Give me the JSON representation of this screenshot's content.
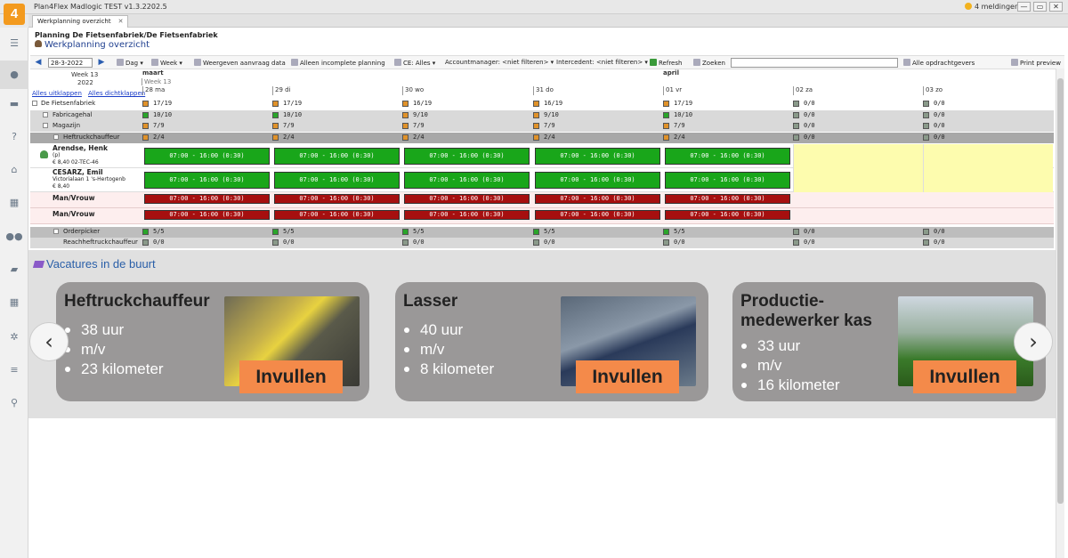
{
  "app": {
    "logo": "4",
    "title": "Plan4Flex Madlogic TEST v1.3.2202.5",
    "notifications": "4 meldingen",
    "window_buttons": [
      "—",
      "▭",
      "✕"
    ]
  },
  "tabs": [
    {
      "label": "Werkplanning overzicht",
      "close": "✕"
    }
  ],
  "sidebar": {
    "icons": [
      "menu-icon",
      "user-icon",
      "car-icon",
      "help-icon",
      "home-icon",
      "calendar-icon",
      "group-icon",
      "folder-icon",
      "calendar-check-icon",
      "gear-icon",
      "database-icon",
      "search-icon"
    ]
  },
  "page": {
    "title": "Planning De Fietsenfabriek/De Fietsenfabriek",
    "subtitle": "Werkplanning overzicht"
  },
  "toolbar": {
    "date": "28-3-2022",
    "dag": "Dag ▾",
    "week": "Week ▾",
    "weergeven": "Weergeven aanvraag data",
    "alleen": "Alleen incomplete planning",
    "ce": "CE: Alles ▾",
    "accountmanager": "Accountmanager: <niet filteren> ▾",
    "intercedent": "Intercedent: <niet filteren> ▾",
    "refresh": "Refresh",
    "zoeken": "Zoeken",
    "alle_opdrachtgevers": "Alle opdrachtgevers",
    "print": "Print preview"
  },
  "planner": {
    "week_label": "Week 13",
    "year": "2022",
    "month_left": "maart",
    "week_left": "Week 13",
    "month_right": "april",
    "expand": "Alles uitklappen",
    "collapse": "Alles dichtklappen",
    "days": [
      "28 ma",
      "29 di",
      "30 wo",
      "31 do",
      "01 vr",
      "02 za",
      "03 zo"
    ],
    "groups": [
      {
        "label": "De Fietsenfabriek",
        "values": [
          "17/19",
          "17/19",
          "16/19",
          "16/19",
          "17/19",
          "0/0",
          "0/0"
        ],
        "colors": [
          "#e0922a",
          "#e0922a",
          "#e0922a",
          "#e0922a",
          "#e0922a",
          "#8a9a8a",
          "#8a9a8a"
        ]
      },
      {
        "label": "Fabricagehal",
        "values": [
          "10/10",
          "10/10",
          "9/10",
          "9/10",
          "10/10",
          "0/0",
          "0/0"
        ],
        "colors": [
          "#2aa52a",
          "#2aa52a",
          "#e0922a",
          "#e0922a",
          "#2aa52a",
          "#8a9a8a",
          "#8a9a8a"
        ]
      },
      {
        "label": "Magazijn",
        "values": [
          "7/9",
          "7/9",
          "7/9",
          "7/9",
          "7/9",
          "0/0",
          "0/0"
        ],
        "colors": [
          "#e0922a",
          "#e0922a",
          "#e0922a",
          "#e0922a",
          "#e0922a",
          "#8a9a8a",
          "#8a9a8a"
        ]
      },
      {
        "label": "Heftruckchauffeur",
        "values": [
          "2/4",
          "2/4",
          "2/4",
          "2/4",
          "2/4",
          "0/0",
          "0/0"
        ],
        "colors": [
          "#e0922a",
          "#e0922a",
          "#e0922a",
          "#e0922a",
          "#e0922a",
          "#8a9a8a",
          "#8a9a8a"
        ]
      }
    ],
    "persons": [
      {
        "name": "Arendse, Henk",
        "line2": "(p)",
        "line3": "€ 8,40 02-TEC-46"
      },
      {
        "name": "CESARZ, Emil",
        "line2": "Victorialaan 1 's-Hertogenb",
        "line3": "€ 8,40"
      }
    ],
    "vacancies": [
      "Man/Vrouw",
      "Man/Vrouw"
    ],
    "shift_text": "07:00 - 16:00 (0:30)",
    "tail": [
      {
        "label": "Orderpicker",
        "values": [
          "5/5",
          "5/5",
          "5/5",
          "5/5",
          "5/5",
          "0/0",
          "0/0"
        ],
        "colors": [
          "#2aa52a",
          "#2aa52a",
          "#2aa52a",
          "#2aa52a",
          "#2aa52a",
          "#8a9a8a",
          "#8a9a8a"
        ]
      },
      {
        "label": "Reachheftruckchauffeur",
        "values": [
          "0/0",
          "0/0",
          "0/0",
          "0/0",
          "0/0",
          "0/0",
          "0/0"
        ],
        "colors": [
          "#8a9a8a",
          "#8a9a8a",
          "#8a9a8a",
          "#8a9a8a",
          "#8a9a8a",
          "#8a9a8a",
          "#8a9a8a"
        ]
      }
    ]
  },
  "vacatures": {
    "title": "Vacatures in de buurt",
    "cards": [
      {
        "title": "Heftruckchauffeur",
        "items": [
          "38 uur",
          "m/v",
          "23 kilometer"
        ],
        "button": "Invullen"
      },
      {
        "title": "Lasser",
        "items": [
          " 40 uur",
          "m/v",
          "8 kilometer"
        ],
        "button": "Invullen"
      },
      {
        "title": "Productie-\nmedewerker kas",
        "items": [
          "33 uur",
          "m/v",
          "16 kilometer"
        ],
        "button": "Invullen"
      }
    ],
    "prev": "‹",
    "next": "›"
  }
}
